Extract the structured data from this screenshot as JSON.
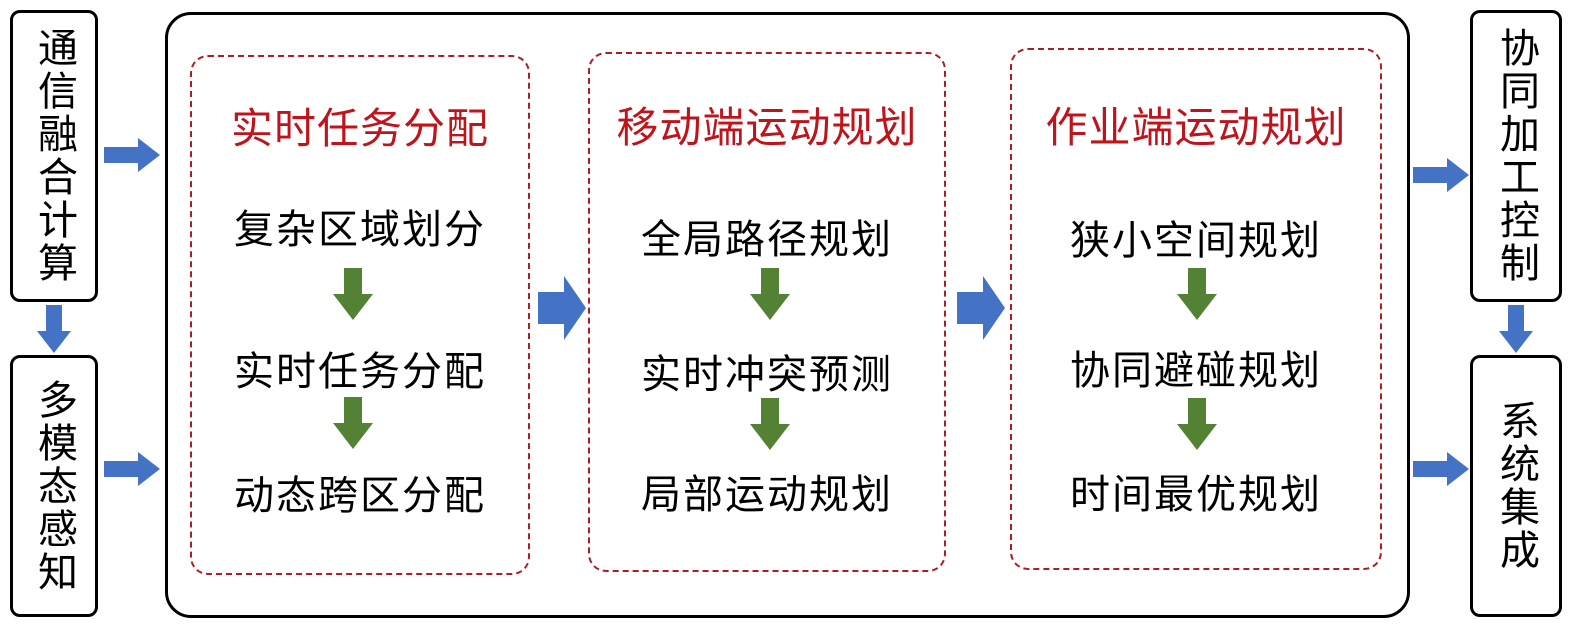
{
  "left": {
    "top_box": "通信融合计算",
    "bottom_box": "多模态感知"
  },
  "panels": [
    {
      "title": "实时任务分配",
      "steps": [
        "复杂区域划分",
        "实时任务分配",
        "动态跨区分配"
      ]
    },
    {
      "title": "移动端运动规划",
      "steps": [
        "全局路径规划",
        "实时冲突预测",
        "局部运动规划"
      ]
    },
    {
      "title": "作业端运动规划",
      "steps": [
        "狭小空间规划",
        "协同避碰规划",
        "时间最优规划"
      ]
    }
  ],
  "right": {
    "top_box": "协同加工控制",
    "bottom_box": "系统集成"
  },
  "colors": {
    "flow_arrow": "#4472c4",
    "step_arrow": "#548235",
    "panel_border": "#b01c22",
    "panel_title": "#c0141c"
  }
}
